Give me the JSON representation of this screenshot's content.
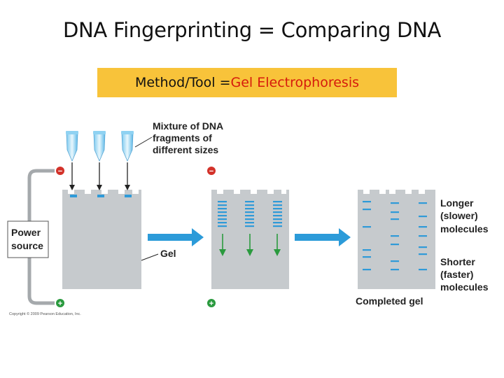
{
  "title": "DNA Fingerprinting = Comparing DNA",
  "method": {
    "prefix": "Method/Tool = ",
    "highlight": "Gel Electrophoresis"
  },
  "diagram": {
    "mixture_label": [
      "Mixture of DNA",
      "fragments of",
      "different sizes"
    ],
    "power_label": [
      "Power",
      "source"
    ],
    "gel_label": "Gel",
    "longer_label": [
      "Longer",
      "(slower)",
      "molecules"
    ],
    "shorter_label": [
      "Shorter",
      "(faster)",
      "molecules"
    ],
    "completed_label": "Completed gel",
    "copyright": "Copyright © 2009 Pearson Education, Inc.",
    "minus_symbol": "−",
    "plus_symbol": "+",
    "colors": {
      "gel": "#c6cacd",
      "band": "#2f9ad8",
      "arrow": "#2c9bd9",
      "neg_electrode": "#d3322a",
      "pos_electrode": "#2a9a3e",
      "wire": "#a5a9ac",
      "highlight_box": "#f8c33a",
      "highlight_text": "#d61a0c"
    }
  }
}
